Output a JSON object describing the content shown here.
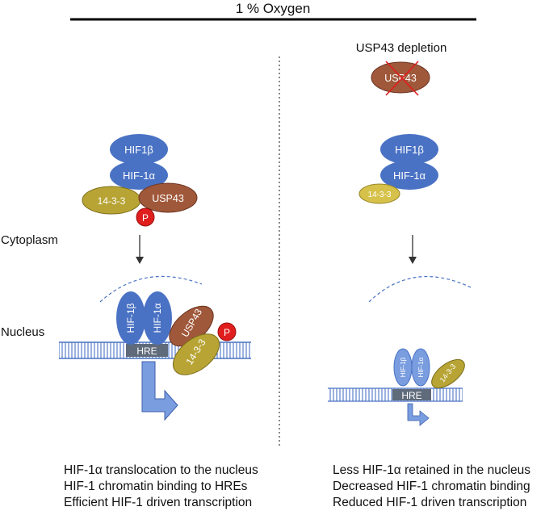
{
  "title": "1 % Oxygen",
  "labels": {
    "cytoplasm": "Cytoplasm",
    "nucleus": "Nucleus",
    "usp43_depletion": "USP43 depletion"
  },
  "molecules": {
    "hif1b": "HIF1β",
    "hif1a": "HIF-1α",
    "hif1b_nuclear": "HIF-1β",
    "hif1a_nuclear": "HIF-1α",
    "usp43": "USP43",
    "p1433": "14-3-3",
    "phospho": "P",
    "hre": "HRE"
  },
  "captions": {
    "left": [
      "HIF-1α translocation to the nucleus",
      "HIF-1 chromatin binding to HREs",
      "Efficient HIF-1 driven transcription"
    ],
    "right": [
      "Less HIF-1α retained in the nucleus",
      "Decreased HIF-1 chromatin binding",
      "Reduced HIF-1 driven transcription"
    ]
  },
  "colors": {
    "hif_blue": "#4a72c4",
    "usp43_brown": "#a0583a",
    "p1433_olive": "#b7a434",
    "phospho_red": "#e01e1e",
    "dna_blue": "#4a72c4",
    "hre_gray": "#5f6a7a",
    "arrow_blue": "#7a9de0"
  }
}
